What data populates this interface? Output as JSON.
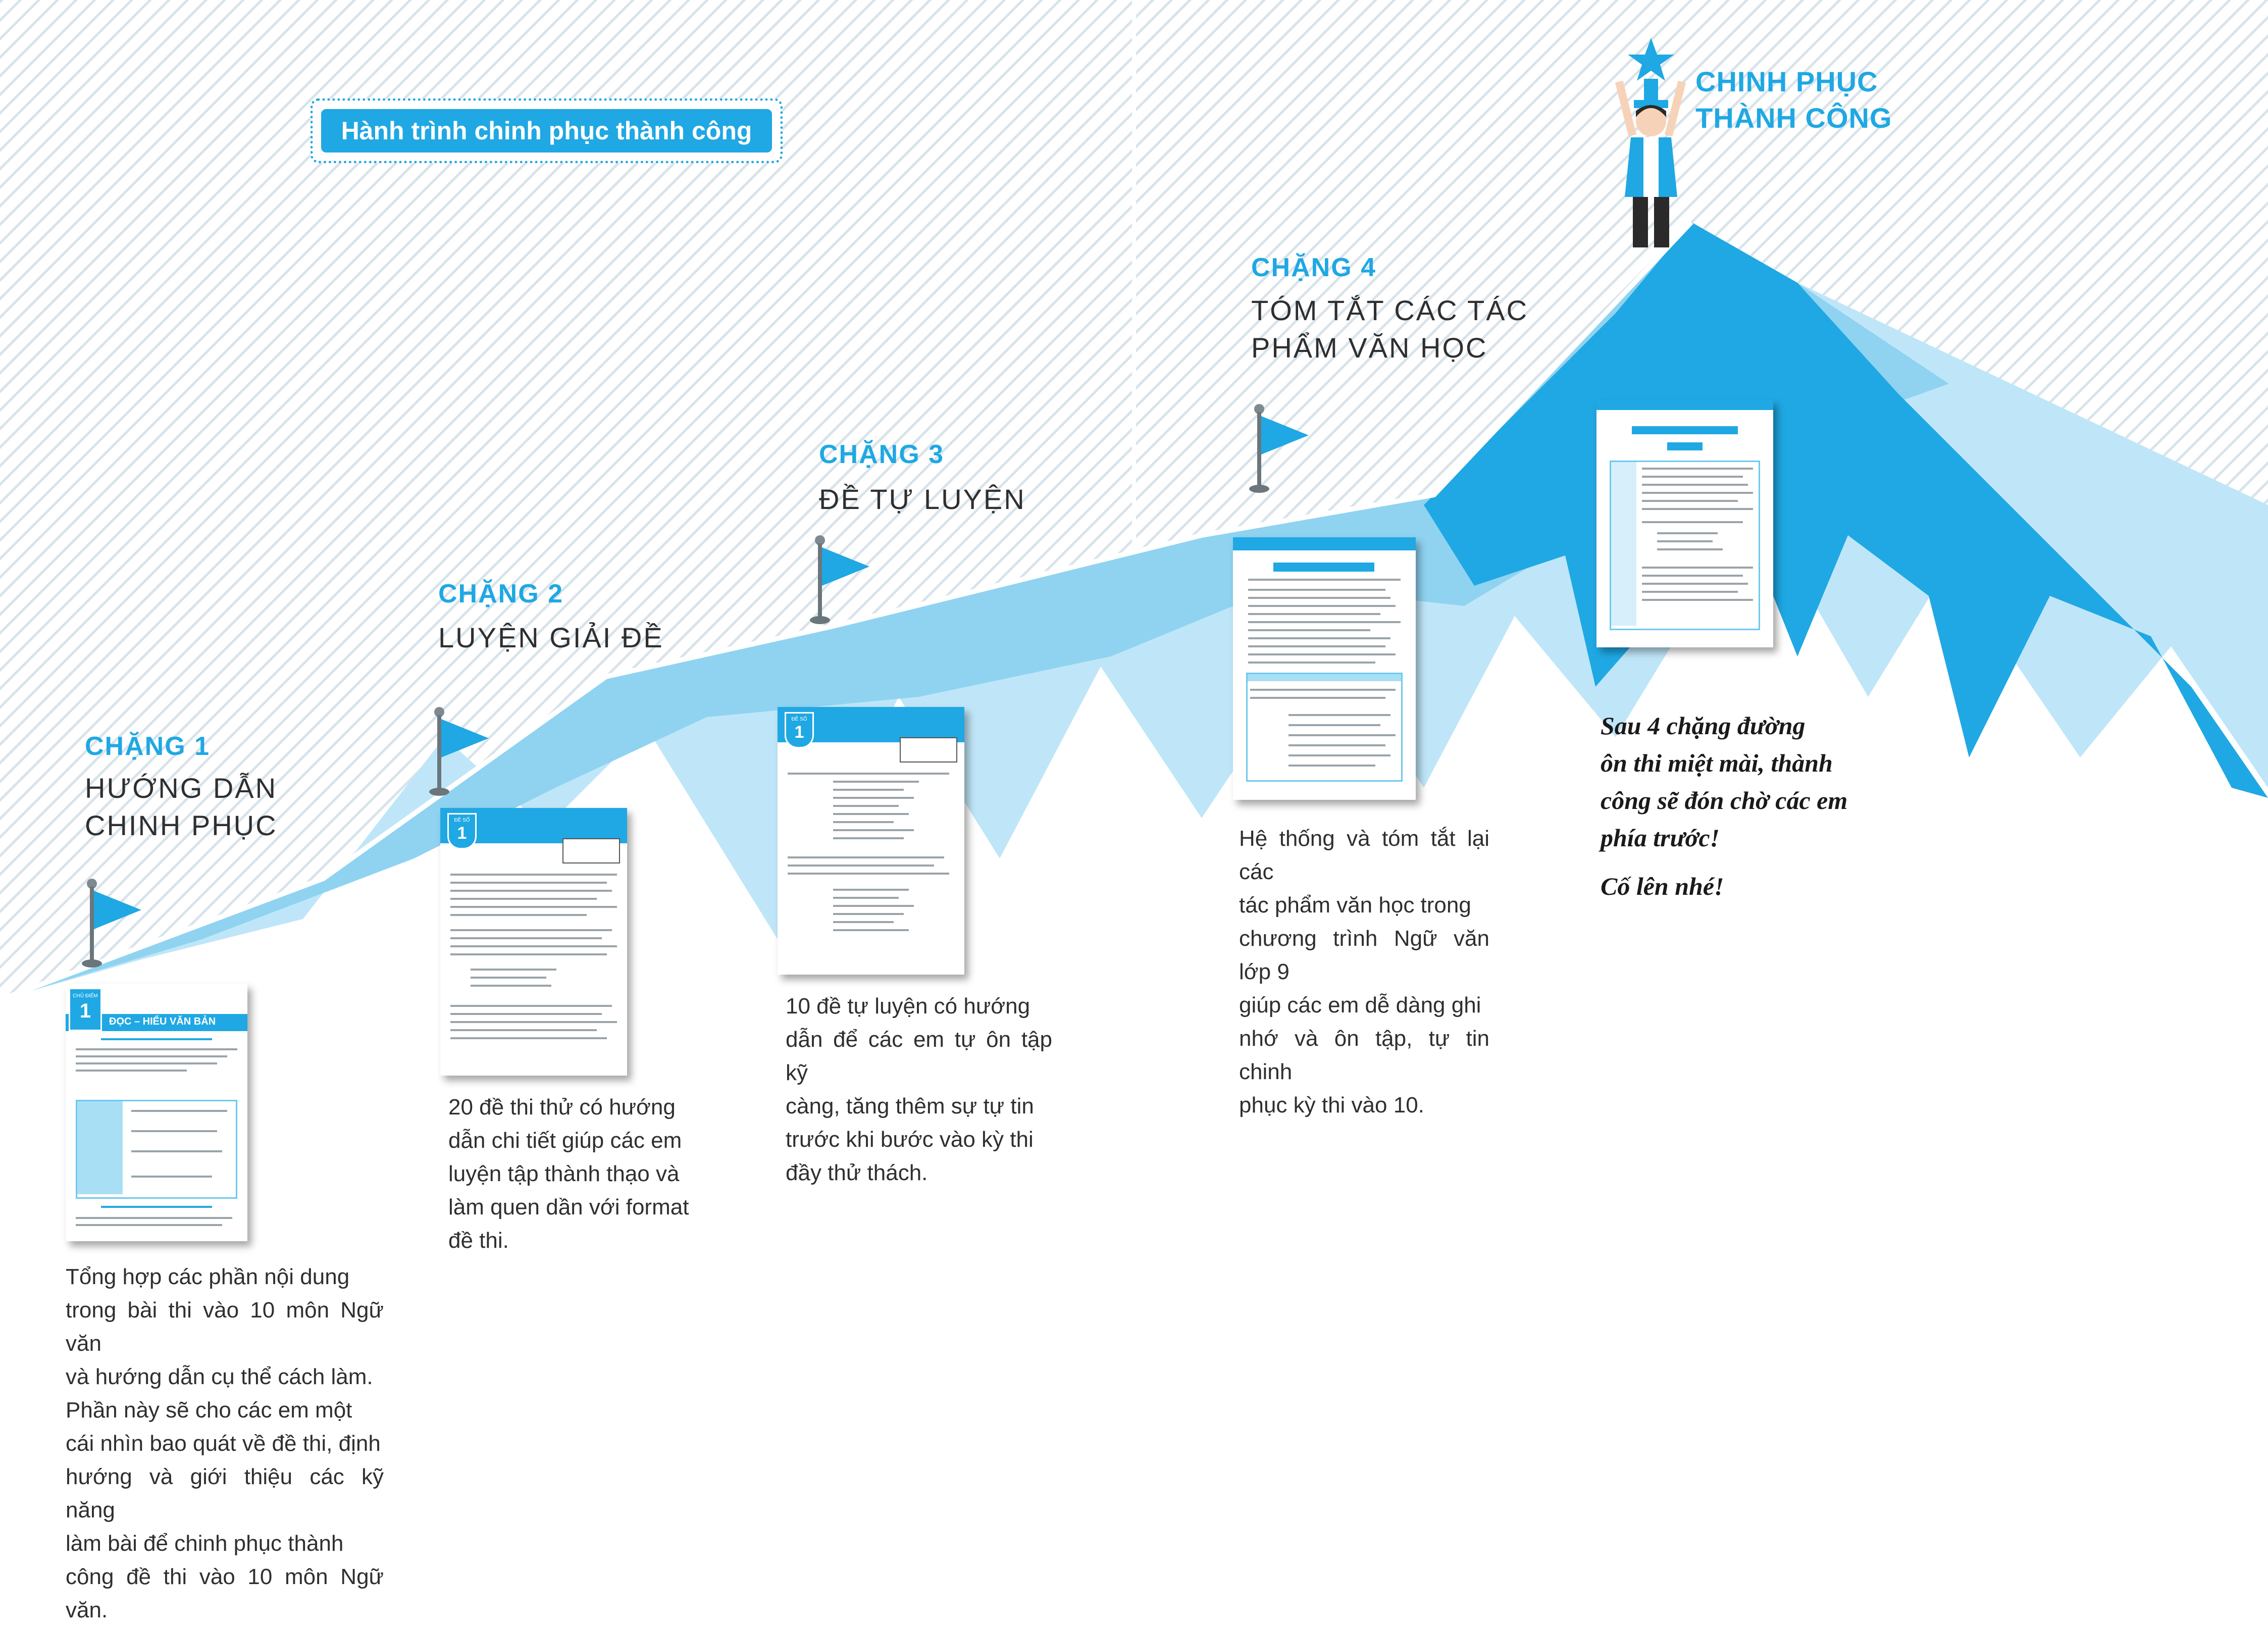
{
  "title": "Hành trình chinh phục thành công",
  "summit": {
    "line1": "CHINH PHỤC",
    "line2": "THÀNH CÔNG"
  },
  "stages": [
    {
      "heading": "CHẶNG 1",
      "sub1": "HƯỚNG DẪN",
      "sub2": "CHINH PHỤC",
      "doc_badge_small": "CHỦ ĐIỂM",
      "doc_badge_num": "1",
      "doc_header": "ĐỌC – HIỂU VĂN BẢN",
      "desc_lines": [
        "Tổng hợp các phần nội dung",
        "trong bài thi vào 10 môn Ngữ văn",
        "và hướng dẫn cụ thể cách làm.",
        "Phần này sẽ cho các em một",
        "cái nhìn bao quát về đề thi, định",
        "hướng và giới thiệu các kỹ năng",
        "làm bài để chinh phục thành",
        "công đề thi vào 10 môn Ngữ văn."
      ]
    },
    {
      "heading": "CHẶNG 2",
      "sub1": "LUYỆN GIẢI ĐỀ",
      "sub2": "",
      "doc_badge_small": "ĐỀ SỐ",
      "doc_badge_num": "1",
      "desc_lines": [
        "20 đề thi thử có hướng",
        "dẫn chi tiết giúp các em",
        "luyện tập thành thạo và",
        "làm quen dần với format",
        "đề thi."
      ]
    },
    {
      "heading": "CHẶNG 3",
      "sub1": "ĐỀ TỰ LUYỆN",
      "sub2": "",
      "doc_badge_small": "ĐỀ SỐ",
      "doc_badge_num": "1",
      "desc_lines": [
        "10 đề tự luyện có hướng",
        "dẫn để các em tự ôn tập kỹ",
        "càng, tăng thêm sự tự tin",
        "trước khi bước vào kỳ thi",
        "đầy thử thách."
      ]
    },
    {
      "heading": "CHẶNG 4",
      "sub1": "TÓM TẮT CÁC TÁC",
      "sub2": "PHẨM VĂN HỌC",
      "desc_lines": [
        "Hệ thống và tóm tắt lại các",
        "tác phẩm văn học trong",
        "chương trình Ngữ văn lớp 9",
        "giúp các em dễ dàng ghi",
        "nhớ và ôn tập, tự tin chinh",
        "phục kỳ thi vào 10."
      ]
    }
  ],
  "closing": {
    "lines": [
      "Sau 4 chặng đường",
      "ôn thi miệt mài, thành",
      "công sẽ đón chờ các em",
      "phía trước!"
    ],
    "cheer": "Cố lên nhé!"
  },
  "colors": {
    "accent": "#1fa8e3",
    "mountain_light": "#bfe6f8",
    "mountain_mid": "#8fd3f1",
    "mountain_dark": "#1fa8e3",
    "sky_stripe": "#d8e3ea"
  }
}
